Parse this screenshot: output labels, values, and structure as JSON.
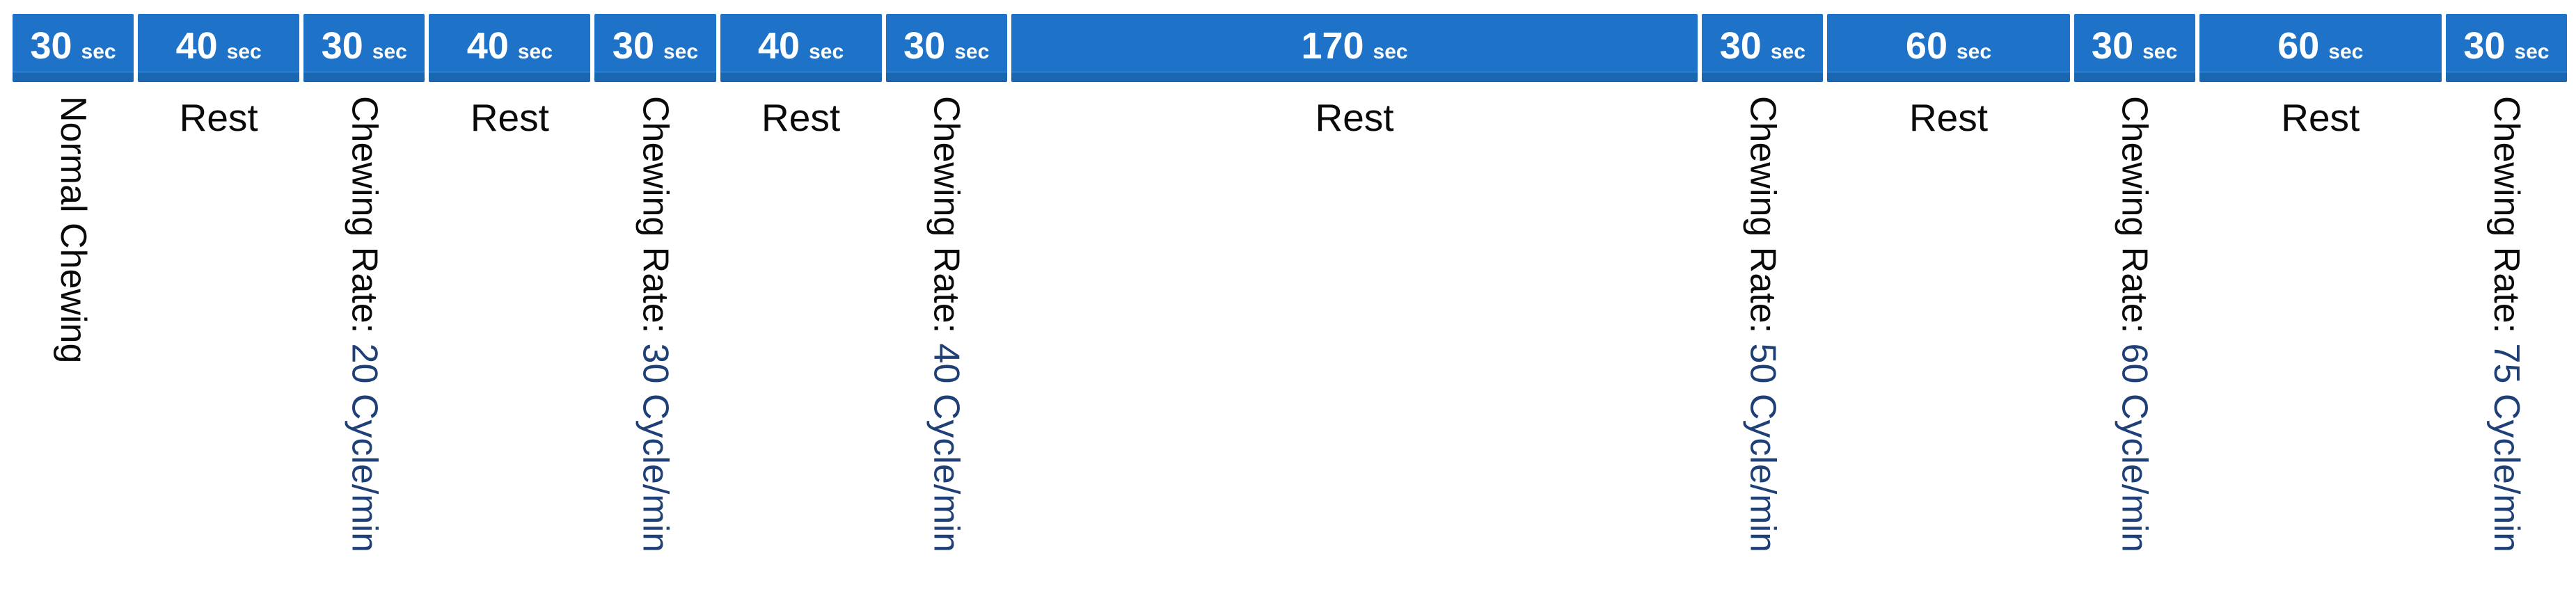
{
  "palette": {
    "bar_blue": "#1E73C8",
    "bar_blue_dark": "#1A66B0",
    "bar_highlight": "#2B80D2",
    "bar_text": "#FFFFFF",
    "value_blue": "#1F4077",
    "text_black": "#0A0A0A"
  },
  "timeline": {
    "unit_label": "sec",
    "segments": [
      {
        "seconds": 30,
        "duration_label": "30",
        "phase": "chewing",
        "label_orientation": "vertical",
        "text_black": "Normal Chewing",
        "text_blue": ""
      },
      {
        "seconds": 40,
        "duration_label": "40",
        "phase": "rest",
        "label_orientation": "horizontal",
        "text_black": "Rest",
        "text_blue": ""
      },
      {
        "seconds": 30,
        "duration_label": "30",
        "phase": "chewing",
        "label_orientation": "vertical",
        "text_black": "Chewing Rate: ",
        "text_blue": "20 Cycle/min"
      },
      {
        "seconds": 40,
        "duration_label": "40",
        "phase": "rest",
        "label_orientation": "horizontal",
        "text_black": "Rest",
        "text_blue": ""
      },
      {
        "seconds": 30,
        "duration_label": "30",
        "phase": "chewing",
        "label_orientation": "vertical",
        "text_black": "Chewing Rate: ",
        "text_blue": "30 Cycle/min"
      },
      {
        "seconds": 40,
        "duration_label": "40",
        "phase": "rest",
        "label_orientation": "horizontal",
        "text_black": "Rest",
        "text_blue": ""
      },
      {
        "seconds": 30,
        "duration_label": "30",
        "phase": "chewing",
        "label_orientation": "vertical",
        "text_black": "Chewing Rate: ",
        "text_blue": "40 Cycle/min"
      },
      {
        "seconds": 170,
        "duration_label": "170",
        "phase": "rest",
        "label_orientation": "horizontal",
        "text_black": "Rest",
        "text_blue": ""
      },
      {
        "seconds": 30,
        "duration_label": "30",
        "phase": "chewing",
        "label_orientation": "vertical",
        "text_black": "Chewing Rate: ",
        "text_blue": "50 Cycle/min"
      },
      {
        "seconds": 60,
        "duration_label": "60",
        "phase": "rest",
        "label_orientation": "horizontal",
        "text_black": "Rest",
        "text_blue": ""
      },
      {
        "seconds": 30,
        "duration_label": "30",
        "phase": "chewing",
        "label_orientation": "vertical",
        "text_black": "Chewing Rate: ",
        "text_blue": "60 Cycle/min"
      },
      {
        "seconds": 60,
        "duration_label": "60",
        "phase": "rest",
        "label_orientation": "horizontal",
        "text_black": "Rest",
        "text_blue": ""
      },
      {
        "seconds": 30,
        "duration_label": "30",
        "phase": "chewing",
        "label_orientation": "vertical",
        "text_black": "Chewing Rate: ",
        "text_blue": "75 Cycle/min"
      }
    ]
  }
}
